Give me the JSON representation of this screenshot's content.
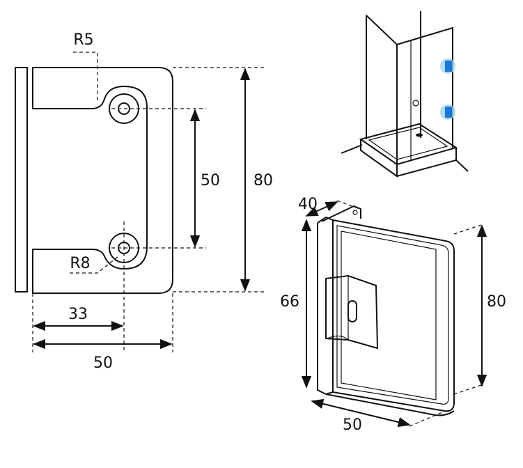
{
  "front_view": {
    "radius_top": "R5",
    "radius_bottom": "R8",
    "dim_hole_spacing": "50",
    "dim_height": "80",
    "dim_hole_offset": "33",
    "dim_width": "50"
  },
  "iso_view": {
    "dim_depth": "40",
    "dim_glass_height": "66",
    "dim_height": "80",
    "dim_width": "50"
  },
  "colors": {
    "highlight": "#1a78d6",
    "highlight_glow": "#9ed3f0",
    "stroke": "#111111"
  }
}
